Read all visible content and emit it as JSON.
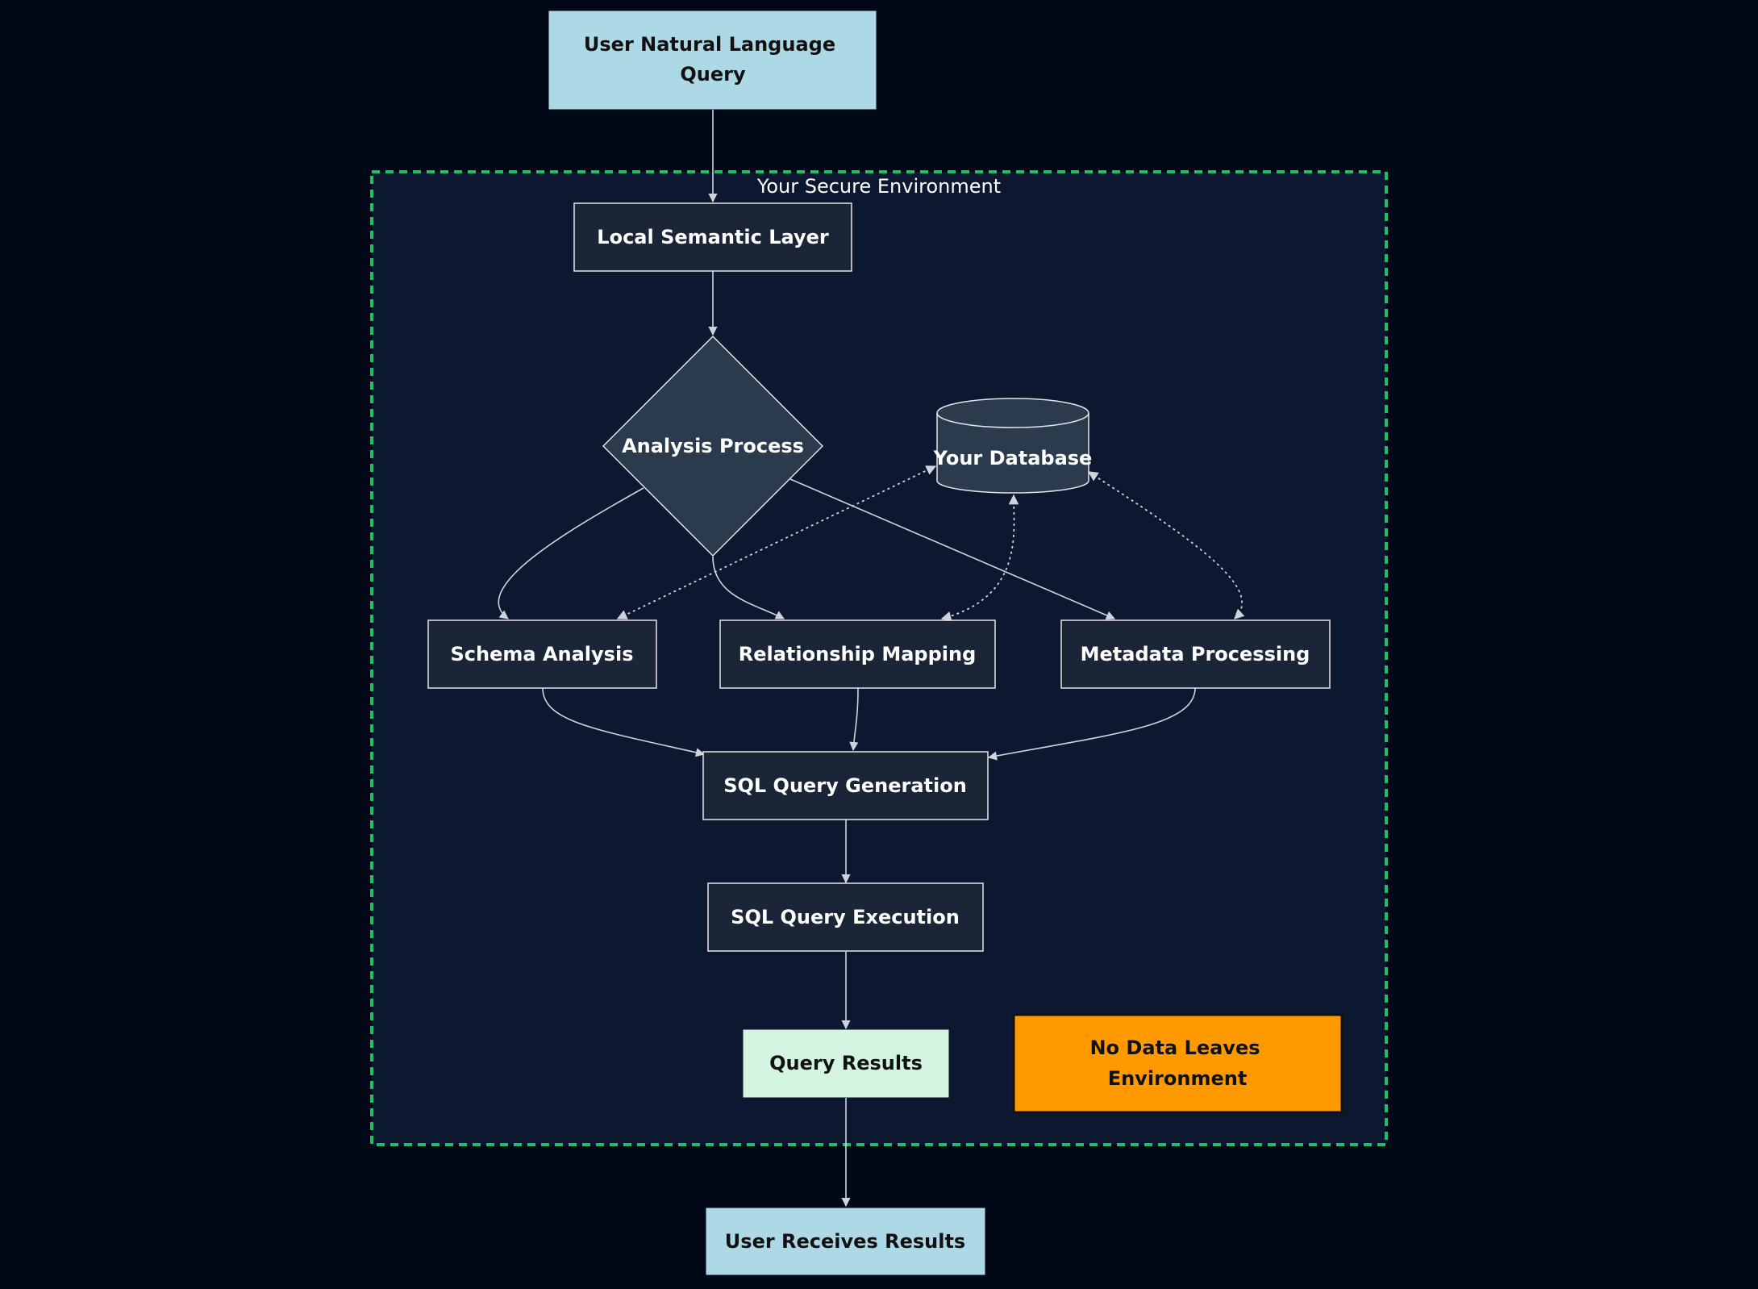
{
  "diagram": {
    "subgraph_label": "Your Secure Environment",
    "nodes": {
      "user_query": {
        "line1": "User Natural Language",
        "line2": "Query"
      },
      "local_semantic_layer": {
        "label": "Local Semantic Layer"
      },
      "analysis_process": {
        "label": "Analysis Process"
      },
      "database": {
        "label": "Your Database"
      },
      "schema_analysis": {
        "label": "Schema Analysis"
      },
      "relationship_mapping": {
        "label": "Relationship Mapping"
      },
      "metadata_processing": {
        "label": "Metadata Processing"
      },
      "sql_generation": {
        "label": "SQL Query Generation"
      },
      "sql_execution": {
        "label": "SQL Query Execution"
      },
      "query_results": {
        "label": "Query Results"
      },
      "no_data_leaves": {
        "line1": "No Data Leaves",
        "line2": "Environment"
      },
      "user_receives": {
        "label": "User Receives Results"
      }
    },
    "colors": {
      "background": "#030817",
      "subgraph_fill": "#0b1830",
      "subgraph_border": "#1fbf6a",
      "process_fill": "#1b2538",
      "decision_fill": "#2b3a4d",
      "terminal_fill": "#add8e6",
      "results_fill": "#d4f4e2",
      "warning_fill": "#ff9900",
      "edge": "#d0d4da"
    }
  }
}
